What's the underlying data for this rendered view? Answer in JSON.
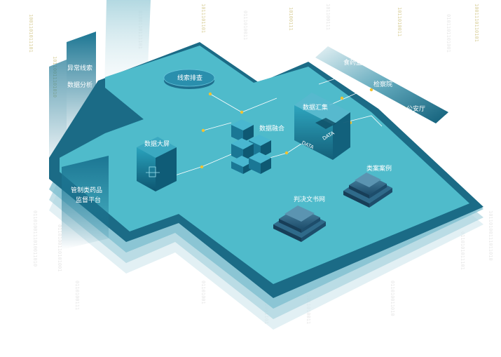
{
  "colors": {
    "platform_top": "#4bb8c8",
    "platform_dark": "#1b6b86",
    "accent_node": "#f2c230",
    "banner": "#1a6f8d",
    "link_line": "#ffffff"
  },
  "labels": {
    "abnormal_clues": "异常线索",
    "data_analysis": "数据分析",
    "clue_check": "线索排查",
    "data_fusion": "数据融合",
    "data_collect": "数据汇集",
    "data_screen": "数据大屏",
    "food_drug": "食药监",
    "procuratorate": "检察院",
    "public_security": "公安厅",
    "similar_cases": "类案案例",
    "judgment_docs": "判决文书网",
    "platform_line1": "管制类药品",
    "platform_line2": "监督平台",
    "data_tag_1": "DATA",
    "data_tag_2": "DATA"
  }
}
